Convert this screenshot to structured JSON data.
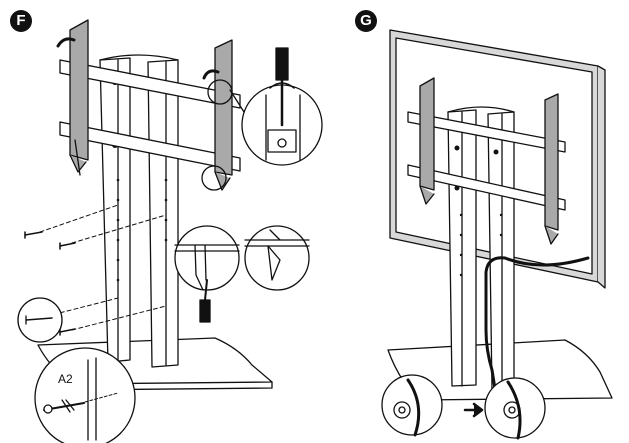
{
  "steps": {
    "left": {
      "badge": "F"
    },
    "right": {
      "badge": "G"
    }
  },
  "callouts": {
    "screw_label": "A2"
  },
  "colors": {
    "ink": "#111111",
    "bracket_fill": "#a9a9a9",
    "tv_frame": "#d8d8d8",
    "background": "#ffffff"
  },
  "icons": {
    "rotate": "rotate-arrow-icon",
    "screwdriver": "screwdriver-icon",
    "screw": "screw-icon",
    "cable_clip": "cable-clip-icon",
    "next": "arrow-right-icon"
  }
}
